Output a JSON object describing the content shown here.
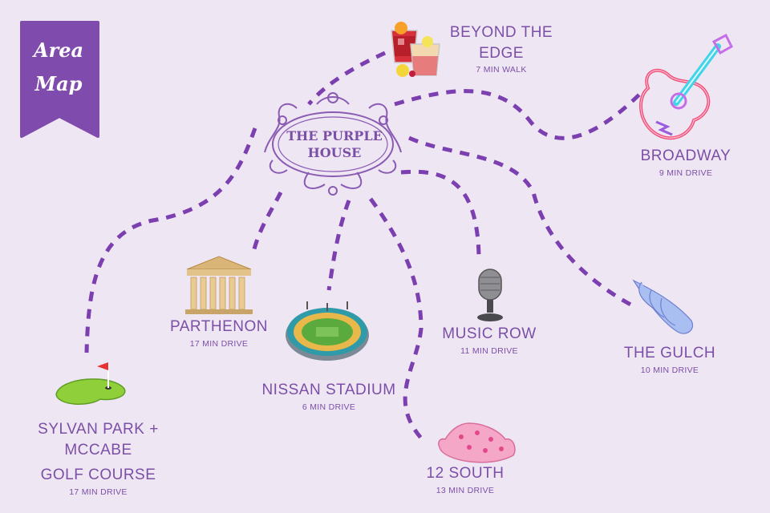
{
  "banner": {
    "line1": "Area",
    "line2": "Map",
    "color": "#7f4cad"
  },
  "center": {
    "line1": "The Purple",
    "line2": "House"
  },
  "colors": {
    "path": "#7b3fb0",
    "text": "#7b4fa6",
    "background": "#efe6f4"
  },
  "destinations": [
    {
      "id": "beyond-the-edge",
      "name": "BEYOND THE EDGE",
      "distance": "7 MIN WALK",
      "icon": "cocktails-icon"
    },
    {
      "id": "broadway",
      "name": "BROADWAY",
      "distance": "9 MIN DRIVE",
      "icon": "neon-guitar-icon"
    },
    {
      "id": "parthenon",
      "name": "PARTHENON",
      "distance": "17 MIN DRIVE",
      "icon": "parthenon-icon"
    },
    {
      "id": "nissan-stadium",
      "name": "NISSAN STADIUM",
      "distance": "6 MIN DRIVE",
      "icon": "stadium-icon"
    },
    {
      "id": "music-row",
      "name": "MUSIC ROW",
      "distance": "11 MIN DRIVE",
      "icon": "microphone-icon"
    },
    {
      "id": "the-gulch",
      "name": "THE GULCH",
      "distance": "10 MIN DRIVE",
      "icon": "wings-icon"
    },
    {
      "id": "sylvan-park",
      "name_line1": "SYLVAN PARK + MCCABE",
      "name_line2": "GOLF COURSE",
      "distance": "17 MIN DRIVE",
      "icon": "golf-green-icon"
    },
    {
      "id": "12-south",
      "name": "12 SOUTH",
      "distance": "13 MIN DRIVE",
      "icon": "cowboy-hat-icon"
    }
  ]
}
